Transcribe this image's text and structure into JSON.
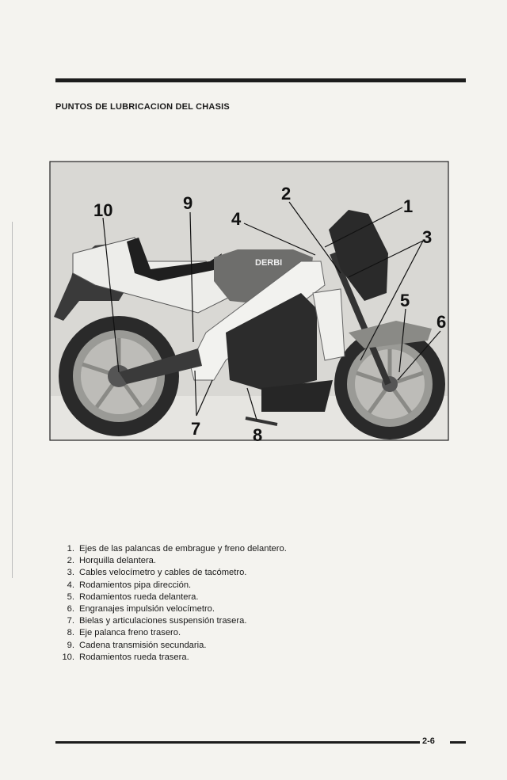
{
  "header": {
    "title": "PUNTOS DE LUBRICACION DEL CHASIS"
  },
  "figure": {
    "logo_text": "DERBI",
    "callouts": [
      "10",
      "9",
      "4",
      "2",
      "1",
      "3",
      "5",
      "6",
      "7",
      "8"
    ]
  },
  "list": [
    {
      "num": "1.",
      "text": "Ejes de las palancas de embrague y freno delantero."
    },
    {
      "num": "2.",
      "text": "Horquilla delantera."
    },
    {
      "num": "3.",
      "text": "Cables velocímetro y cables de tacómetro."
    },
    {
      "num": "4.",
      "text": "Rodamientos pipa dirección."
    },
    {
      "num": "5.",
      "text": "Rodamientos rueda delantera."
    },
    {
      "num": "6.",
      "text": "Engranajes impulsión velocímetro."
    },
    {
      "num": "7.",
      "text": "Bielas y articulaciones suspensión trasera."
    },
    {
      "num": "8.",
      "text": "Eje palanca freno trasero."
    },
    {
      "num": "9.",
      "text": "Cadena transmisión secundaria."
    },
    {
      "num": "10.",
      "text": "Rodamientos rueda trasera."
    }
  ],
  "footer": {
    "page_number": "2-6"
  }
}
